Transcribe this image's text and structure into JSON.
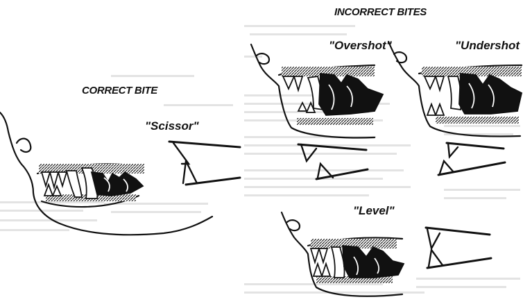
{
  "headings": {
    "incorrect": "INCORRECT BITES",
    "correct": "CORRECT BITE"
  },
  "bites": {
    "scissor": "\"Scissor\"",
    "overshot": "\"Overshot\"",
    "undershot": "\"Undershot",
    "level": "\"Level\""
  }
}
